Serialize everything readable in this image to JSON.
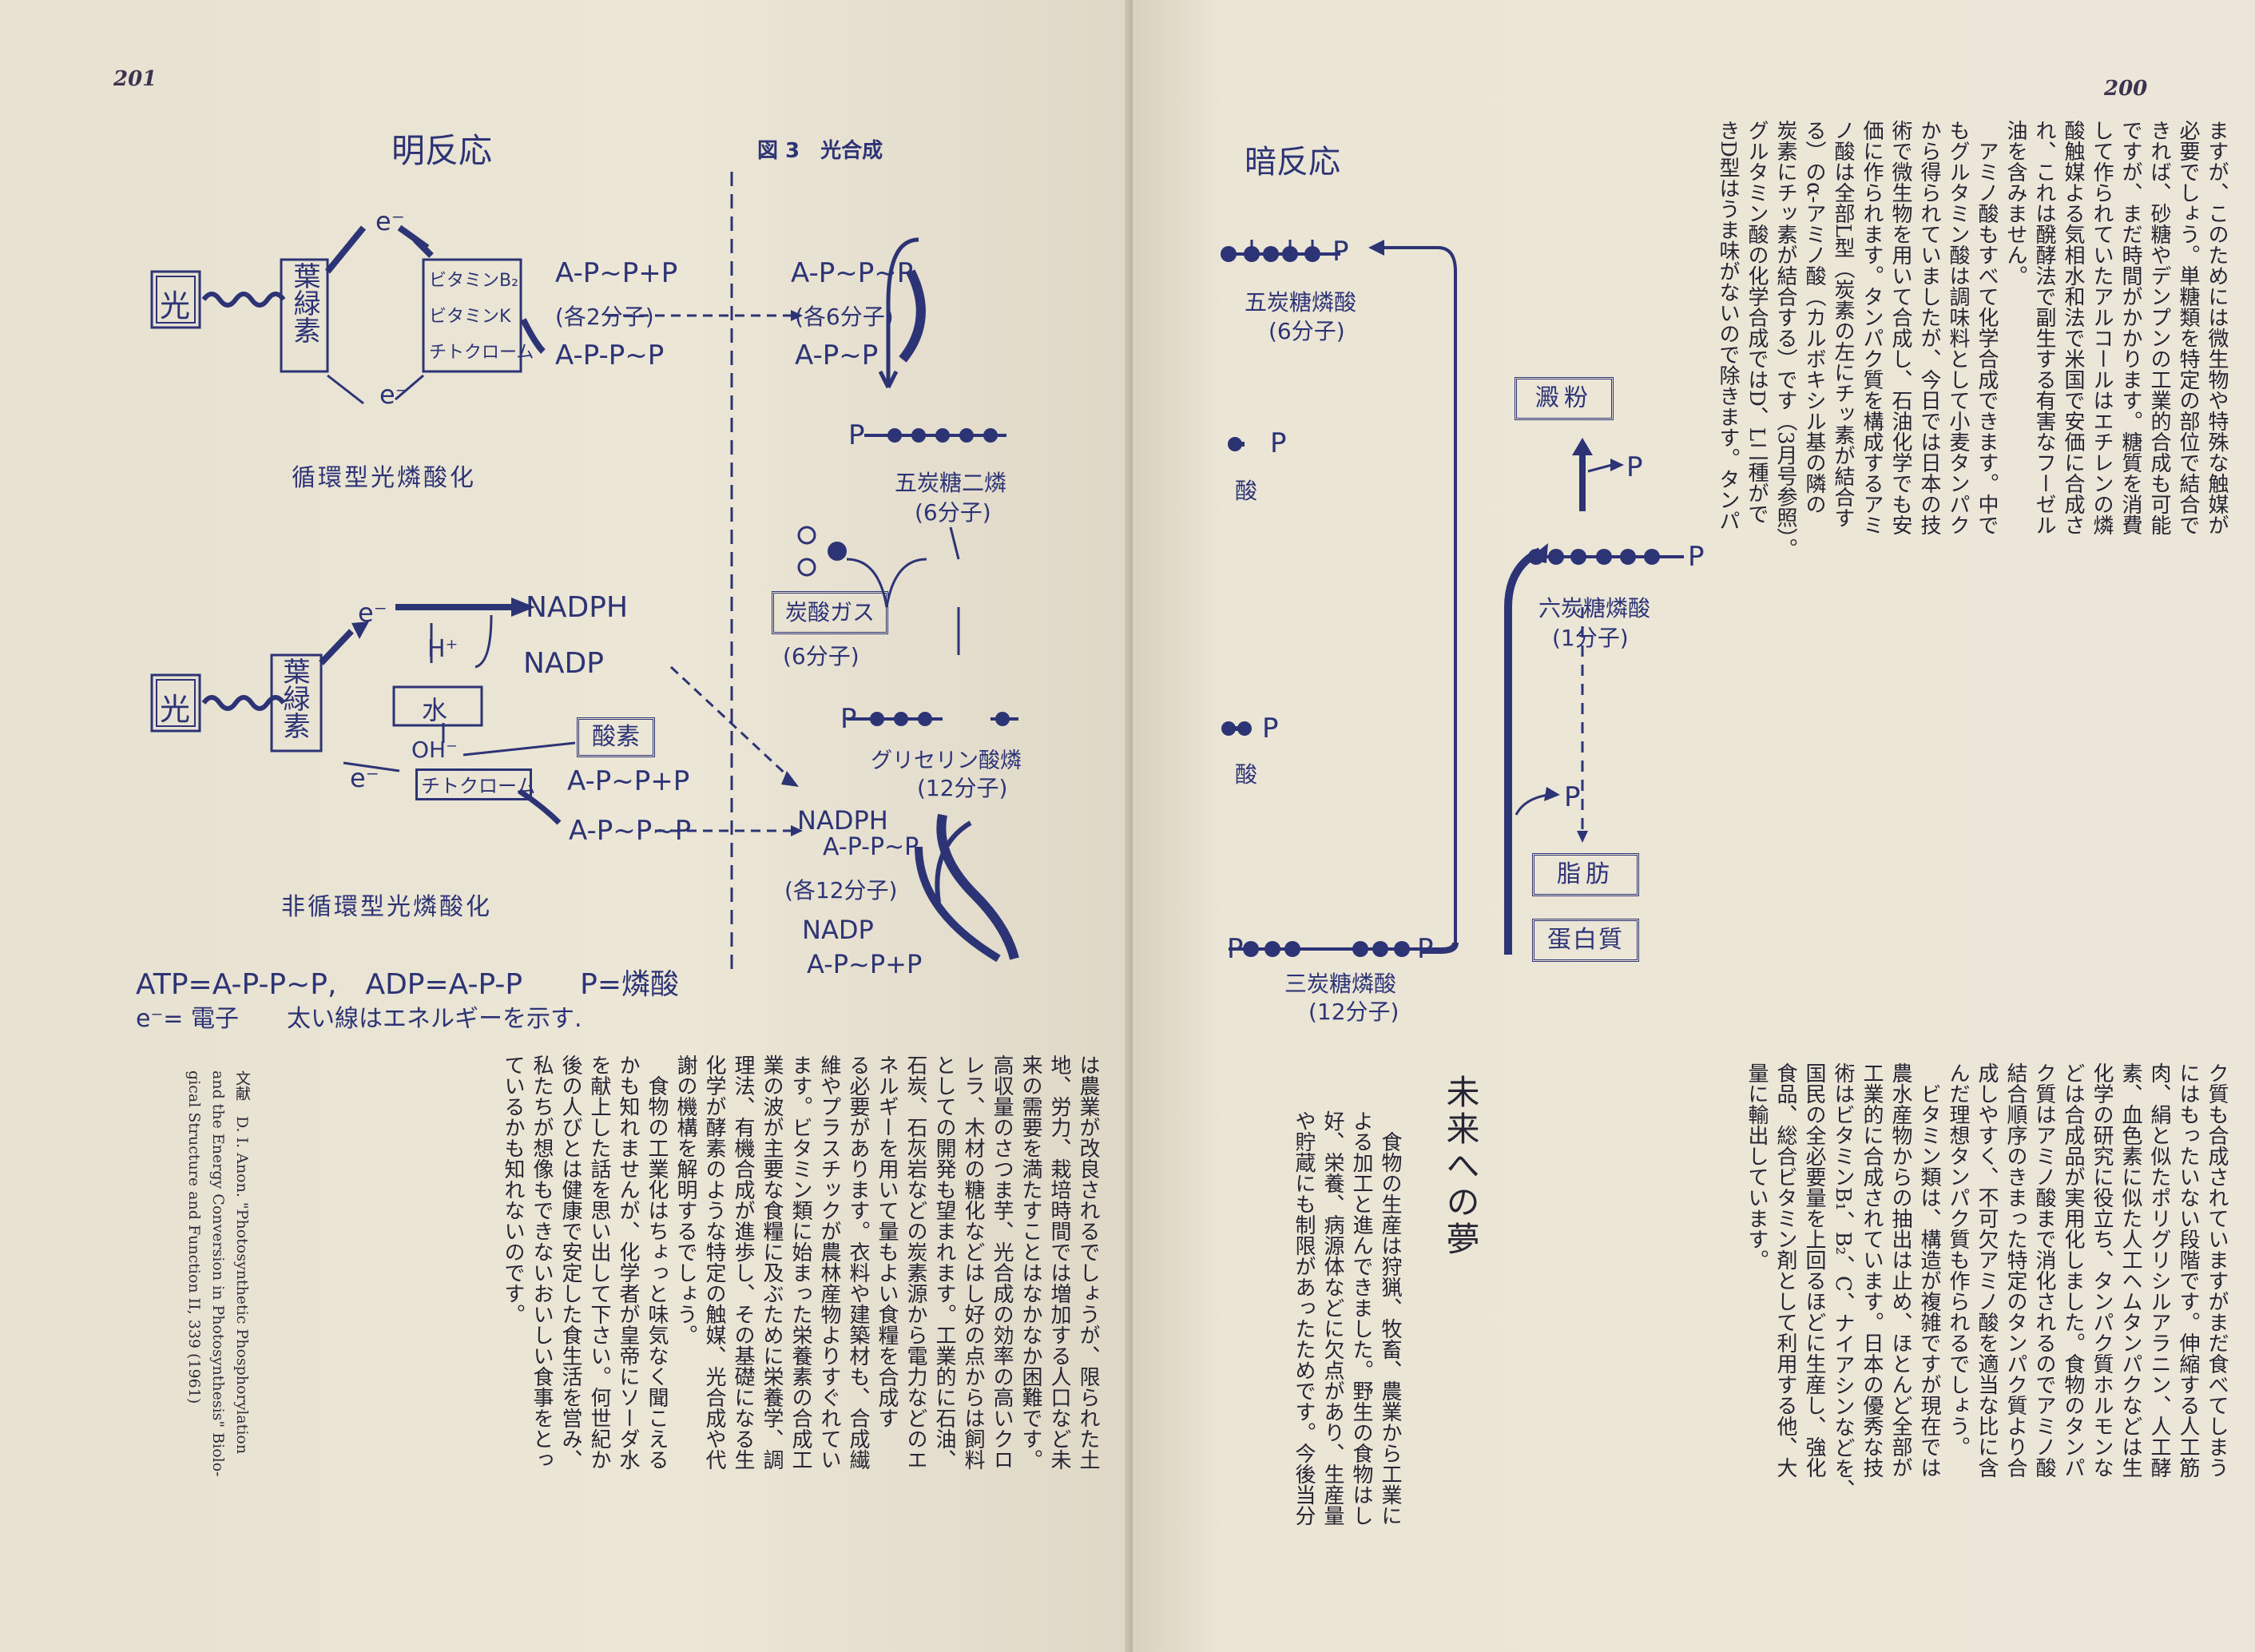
{
  "left_page": {
    "page_number": "201",
    "figure": {
      "title": "図 3　光合成",
      "light_reaction": {
        "heading": "明反応",
        "cyclic": {
          "light": "光",
          "chlorophyll": "葉緑素",
          "electron_top": "e⁻",
          "electron_bottom": "e⁻",
          "carriers": [
            "ビタミンB₂",
            "ビタミンK",
            "チトクローム"
          ],
          "formula_top": "A-P~P+P",
          "molecules": "(各2分子)",
          "formula_bottom": "A-P-P~P",
          "caption": "循環型光燐酸化"
        },
        "noncyclic": {
          "light": "光",
          "chlorophyll": "葉緑素",
          "electron_top": "e⁻",
          "nadph": "NADPH",
          "hplus": "H⁺",
          "nadp": "NADP",
          "water": "水",
          "oh": "OH⁻",
          "oxygen": "酸素",
          "electron_left": "e⁻",
          "cytochrome": "チトクローム",
          "formula_top": "A-P~P+P",
          "formula_bottom": "A-P~P~P",
          "caption": "非循環型光燐酸化"
        }
      },
      "dark_left": {
        "top_formula_1": "A-P~P~P",
        "top_molecules": "(各6分子)",
        "top_formula_2": "A-P~P",
        "pentose_diphosphate_chain": "P-●-●-●-●-●",
        "pentose_diphosphate": "五炭糖二燐",
        "pentose_diphosphate_count": "(6分子)",
        "co2": "炭酸ガス",
        "co2_count": "(6分子)",
        "glyceric_chain": "P-●-●-●",
        "glyceric": "グリセリン酸燐",
        "glyceric_count": "(12分子)",
        "nadph": "NADPH",
        "nadph_formula": "A-P-P~P",
        "nadph_molecules": "(各12分子)",
        "nadp": "NADP",
        "nadp_formula": "A-P~P+P"
      },
      "legend_line_1": "ATP=A-P-P~P,　ADP=A-P-P　　P=燐酸",
      "legend_line_2": "e⁻= 電子　　太い線はエネルギーを示す."
    },
    "body_text": [
      "は農業が改良されるでしょうが、限られた土",
      "地、労力、栽培時間では増加する人口など未",
      "来の需要を満たすことはなかなか困難です。",
      "高収量のさつま芋、光合成の効率の高いクロ",
      "レラ、木材の糖化などはし好の点からは飼料",
      "としての開発も望まれます。工業的に石油、",
      "石炭、石灰岩などの炭素源から電力などのエ",
      "ネルギーを用いて量もよい食糧を合成す",
      "る必要があります。衣料や建築材も、合成繊",
      "維やプラスチックが農林産物よりすぐれてい",
      "ます。ビタミン類に始まった栄養素の合成工",
      "業の波が主要な食糧に及ぶために栄養学、調",
      "理法、有機合成が進歩し、その基礎になる生",
      "化学が酵素のような特定の触媒、光合成や代",
      "謝の機構を解明するでしょう。",
      "　食物の工業化はちょっと味気なく聞こえる",
      "かも知れませんが、化学者が皇帝にソーダ水",
      "を献上した話を思い出して下さい。何世紀か",
      "後の人びとは健康で安定した食生活を営み、",
      "私たちが想像もできないおいしい食事をとっ",
      "ているかも知れないのです。"
    ],
    "reference": [
      "文献　D. I. Anon. \"Photosynthetic Phosphorylation",
      "and the Energy Conversion in Photosynthesis\" Biolo-",
      "gical Structure and Function II, 339 (1961)"
    ]
  },
  "right_page": {
    "page_number": "200",
    "figure": {
      "heading": "暗反応",
      "pentose_phosphate": "五炭糖燐酸",
      "pentose_phosphate_count": "(6分子)",
      "pentose_chain": "●●●●●-P",
      "starch": "澱粉",
      "acid_1": "酸",
      "acid_2": "酸",
      "p_label": "P",
      "hexose_phosphate": "六炭糖燐酸",
      "hexose_phosphate_count": "(1分子)",
      "hexose_chain": "●●●●●●-P",
      "fat": "脂肪",
      "protein": "蛋白質",
      "triose_phosphate": "三炭糖燐酸",
      "triose_phosphate_count": "(12分子)",
      "triose_chain": "P●●●　●●●P"
    },
    "top_text": [
      "ますが、このためには微生物や特殊な触媒が",
      "必要でしょう。単糖類を特定の部位で結合で",
      "きれば、砂糖やデンプンの工業的合成も可能",
      "ですが、まだ時間がかかります。糖質を消費",
      "して作られていたアルコールはエチレンの燐",
      "酸触媒よる気相水和法で米国で安価に合成さ",
      "れ、これは醗酵法で副生する有害なフーゼル",
      "油を含みません。",
      "　アミノ酸もすべて化学合成できます。中で",
      "もグルタミン酸は調味料として小麦タンパク",
      "から得られていましたが、今日では日本の技",
      "術で微生物を用いて合成し、石油化学でも安",
      "価に作られます。タンパク質を構成するアミ",
      "ノ酸は全部L型（炭素の左にチッ素が結合す",
      "る）のα-アミノ酸（カルボキシル基の隣の",
      "炭素にチッ素が結合する）です（3月号参照）。",
      "グルタミン酸の化学合成ではD、L二種がで",
      "きD型はうま味がないので除きます。タンパ"
    ],
    "bottom_text": [
      "ク質も合成されていますがまだ食べてしまう",
      "にはもったいない段階です。伸縮する人工筋",
      "肉、絹と似たポリグリシルアラニン、人工酵",
      "素、血色素に似た人工ヘムタンパクなどは生",
      "化学の研究に役立ち、タンパク質ホルモンな",
      "どは合成品が実用化しました。食物のタンパ",
      "ク質はアミノ酸まで消化されるのでアミノ酸",
      "結合順序のきまった特定のタンパク質より合",
      "成しやすく、不可欠アミノ酸を適当な比に含",
      "んだ理想タンパク質も作られるでしょう。",
      "　ビタミン類は、構造が複雑ですが現在では",
      "農水産物からの抽出は止め、ほとんど全部が",
      "工業的に合成されています。日本の優秀な技",
      "術はビタミンB₁、B₂、C、ナイアシンなどを、",
      "国民の全必要量を上回るほどに生産し、強化",
      "食品、総合ビタミン剤として利用する他、大",
      "量に輸出しています。"
    ],
    "section_heading": "未来への夢",
    "section_text": [
      "　食物の生産は狩猟、牧畜、農業から工業に",
      "よる加工と進んできました。野生の食物はし",
      "好、栄養、病源体などに欠点があり、生産量",
      "や貯蔵にも制限があったためです。今後当分"
    ]
  }
}
